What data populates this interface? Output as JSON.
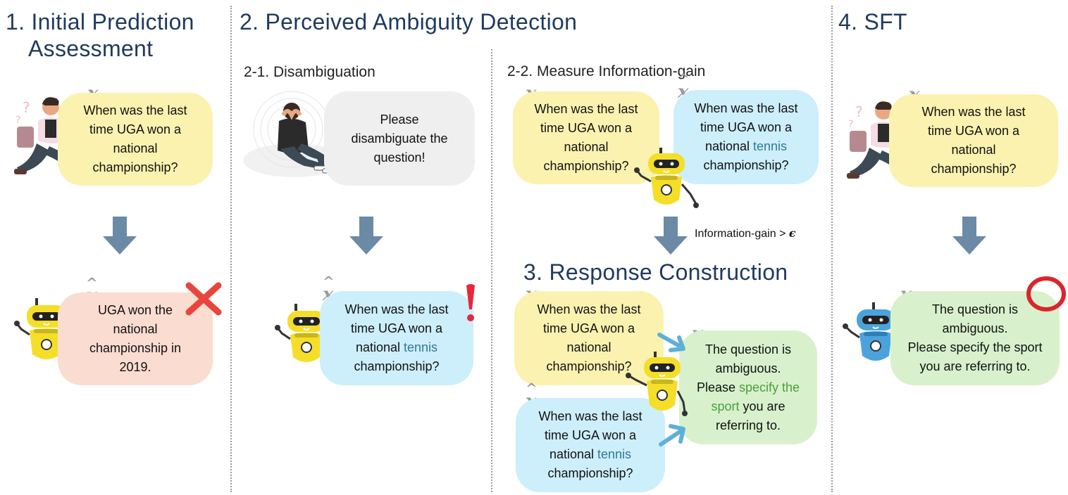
{
  "sections": {
    "s1_line1": "1. Initial Prediction",
    "s1_line2": "Assessment",
    "s2": "2. Perceived Ambiguity Detection",
    "s2_1": "2-1. Disambiguation",
    "s2_2": "2-2. Measure Information-gain",
    "s3": "3. Response Construction",
    "s4": "4. SFT"
  },
  "vars": {
    "x": "x",
    "y": "y",
    "disambig": "disambig",
    "clarify": "clarify"
  },
  "question": {
    "l1": "When was the last",
    "l2": "time UGA won a",
    "l3": "national",
    "l4": "championship?"
  },
  "disambig_question": {
    "l1": "When was the last",
    "l2": "time UGA won a",
    "l3a": "national ",
    "l3b": "tennis",
    "l4": "championship?"
  },
  "initial_answer": {
    "l1": "UGA won the",
    "l2": "national",
    "l3": "championship in",
    "l4": "2019."
  },
  "disambig_prompt": {
    "l1": "Please",
    "l2": "disambiguate the",
    "l3": "question!"
  },
  "clarify_construct": {
    "l1": "The question is",
    "l2": "ambiguous.",
    "l3a": "Please ",
    "l3b": "specify the",
    "l4a": "sport",
    "l4b": " you are",
    "l5": "referring to."
  },
  "clarify_sft": {
    "l1": "The question is",
    "l2": "ambiguous.",
    "l3": "Please specify the sport",
    "l4": "you are referring to."
  },
  "info_gain": {
    "label": "Information-gain > ",
    "epsilon": "ϵ"
  },
  "colors": {
    "title": "#1f3a5f",
    "arrow": "#6b8aa6",
    "yellow": "#fbf2b0",
    "blue": "#cdeefb",
    "pink": "#fbdcd0",
    "green": "#d8f1cc",
    "cross": "#e8453c",
    "circle": "#d9262c",
    "tennis": "#2f7b95",
    "specify": "#4aa03a"
  }
}
